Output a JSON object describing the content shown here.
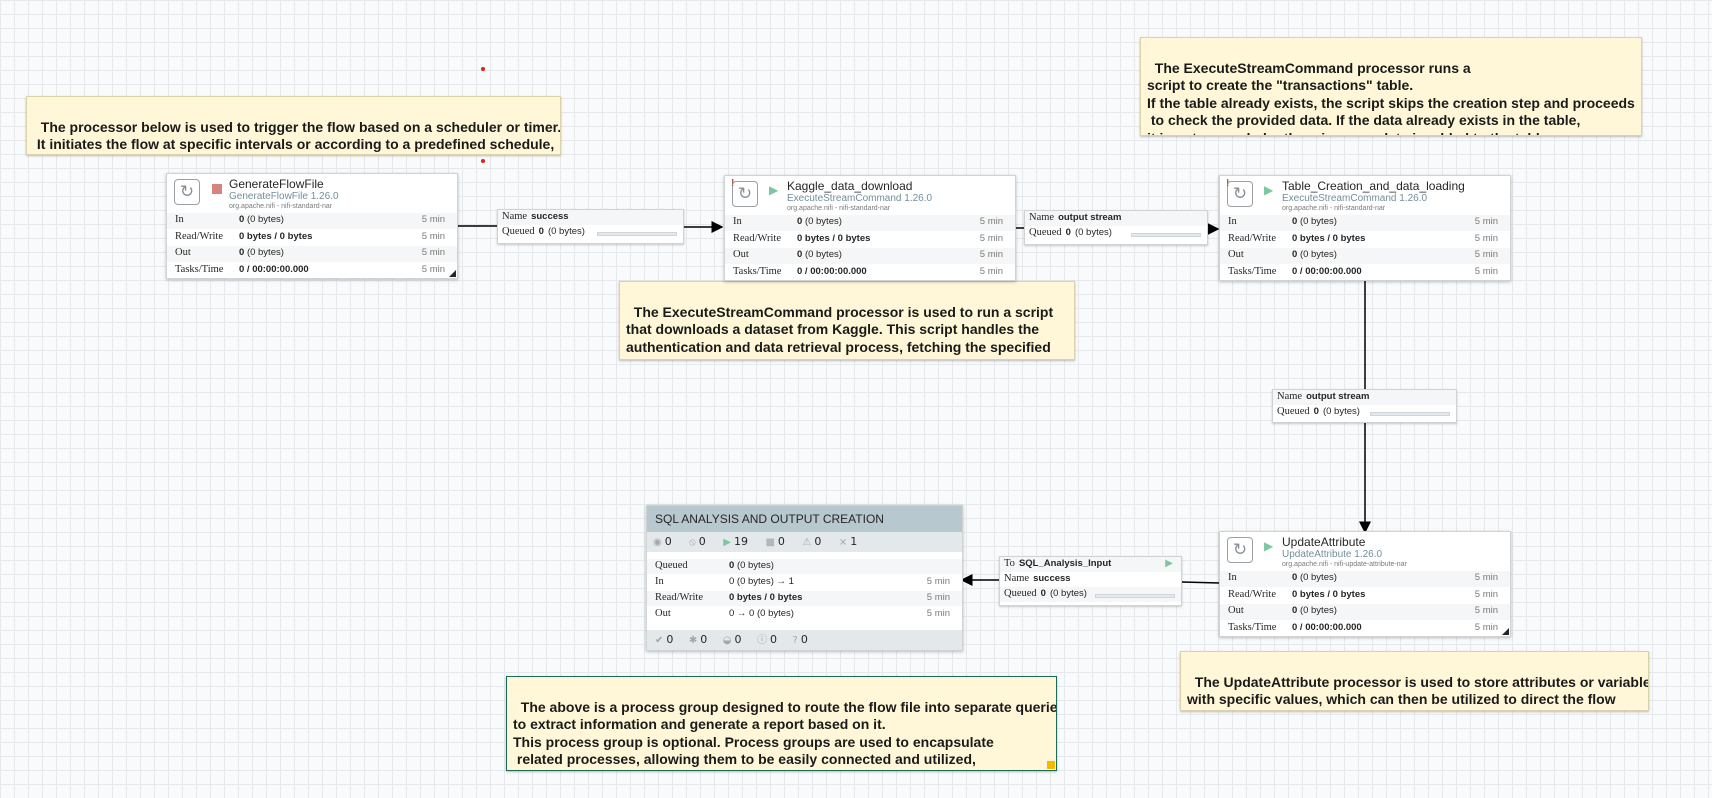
{
  "labels": {
    "trigger_note": "The processor below is used to trigger the flow based on a scheduler or timer.\n It initiates the flow at specific intervals or according to a predefined schedule,\nautomating the execution of tasks within the flow.",
    "transactions_note": "The ExecuteStreamCommand processor runs a\nscript to create the \"transactions\" table.\nIf the table already exists, the script skips the creation step and proceeds\n to check the provided data. If the data already exists in the table,\nit is not appended; otherwise, new data is added to the table.",
    "kaggle_note": "The ExecuteStreamCommand processor is used to run a script\nthat downloads a dataset from Kaggle. This script handles the\nauthentication and data retrieval process, fetching the specified\n dataset directly from Kaggle's platform.",
    "update_note": "The UpdateAttribute processor is used to store attributes or variables\nwith specific values, which can then be utilized to direct the flow\nor pass information to scripts for further processing.",
    "group_note": "The above is a process group designed to route the flow file into separate queries\nto extract information and generate a report based on it.\nThis process group is optional. Process groups are used to encapsulate\n related processes, allowing them to be easily connected and utilized,\nsimilar to how functions are used in programming."
  },
  "stat_keys": {
    "in": "In",
    "rw": "Read/Write",
    "out": "Out",
    "tasks": "Tasks/Time",
    "queued": "Queued",
    "name": "Name",
    "to": "To"
  },
  "processors": {
    "generate": {
      "name": "GenerateFlowFile",
      "type": "GenerateFlowFile 1.26.0",
      "bundle": "org.apache.nifi - nifi-standard-nar",
      "state": "stopped",
      "in_num": "0",
      "in_rest": "(0 bytes)",
      "rw": "0 bytes / 0 bytes",
      "out_num": "0",
      "out_rest": "(0 bytes)",
      "tasks": "0 / 00:00:00.000",
      "window": "5 min"
    },
    "kaggle": {
      "name": "Kaggle_data_download",
      "type": "ExecuteStreamCommand 1.26.0",
      "bundle": "org.apache.nifi - nifi-standard-nar",
      "state": "running",
      "in_num": "0",
      "in_rest": "(0 bytes)",
      "rw": "0 bytes / 0 bytes",
      "out_num": "0",
      "out_rest": "(0 bytes)",
      "tasks": "0 / 00:00:00.000",
      "window": "5 min"
    },
    "table": {
      "name": "Table_Creation_and_data_loading",
      "type": "ExecuteStreamCommand 1.26.0",
      "bundle": "org.apache.nifi - nifi-standard-nar",
      "state": "running",
      "in_num": "0",
      "in_rest": "(0 bytes)",
      "rw": "0 bytes / 0 bytes",
      "out_num": "0",
      "out_rest": "(0 bytes)",
      "tasks": "0 / 00:00:00.000",
      "window": "5 min"
    },
    "update": {
      "name": "UpdateAttribute",
      "type": "UpdateAttribute 1.26.0",
      "bundle": "org.apache.nifi - nifi-update-attribute-nar",
      "state": "running",
      "in_num": "0",
      "in_rest": "(0 bytes)",
      "rw": "0 bytes / 0 bytes",
      "out_num": "0",
      "out_rest": "(0 bytes)",
      "tasks": "0 / 00:00:00.000",
      "window": "5 min"
    }
  },
  "connections": {
    "c1": {
      "name": "success",
      "queued_num": "0",
      "queued_rest": "(0 bytes)"
    },
    "c2": {
      "name": "output stream",
      "queued_num": "0",
      "queued_rest": "(0 bytes)"
    },
    "c3": {
      "name": "output stream",
      "queued_num": "0",
      "queued_rest": "(0 bytes)"
    },
    "c4": {
      "to": "SQL_Analysis_Input",
      "name": "success",
      "queued_num": "0",
      "queued_rest": "(0 bytes)"
    }
  },
  "process_group": {
    "title": "SQL ANALYSIS AND OUTPUT CREATION",
    "counts": {
      "transmitting": "0",
      "not_transmitting": "0",
      "running": "19",
      "stopped": "0",
      "invalid": "0",
      "disabled": "1"
    },
    "queued_num": "0",
    "queued_rest": "(0 bytes)",
    "in": "0 (0 bytes) → 1",
    "rw": "0 bytes / 0 bytes",
    "out": "0 → 0 (0 bytes)",
    "window": "5 min",
    "footer": {
      "up_to_date": "0",
      "locally_modified": "0",
      "stale": "0",
      "modified_stale": "0",
      "sync_failure": "0"
    }
  },
  "colors": {
    "label_bg": "#fff7d7",
    "running": "#7dc7a0",
    "stopped": "#d9827f",
    "group_header": "#b8c8cf"
  }
}
